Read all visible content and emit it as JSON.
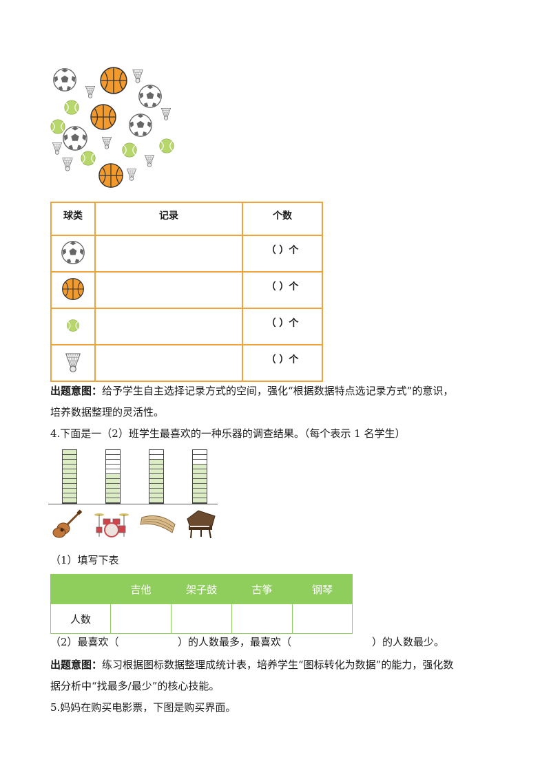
{
  "balls_table": {
    "headers": [
      "球类",
      "记录",
      "个数"
    ],
    "rows": [
      {
        "icon": "soccer-ball-icon",
        "count": "（    ）个"
      },
      {
        "icon": "basketball-icon",
        "count": "（    ）个"
      },
      {
        "icon": "tennis-ball-icon",
        "count": "（    ）个"
      },
      {
        "icon": "shuttlecock-icon",
        "count": "（    ）个"
      }
    ]
  },
  "intent1": {
    "label": "出题意图：",
    "line1": "给予学生自主选择记录方式的空间，强化“根据数据特点选记录方式”的意识，",
    "line2": "培养数据整理的灵活性。"
  },
  "q4": {
    "title": "4.下面是一（2）班学生最喜欢的一种乐器的调查结果。（每个表示 1 名学生）",
    "chart_data": {
      "type": "bar",
      "categories": [
        "guitar-icon",
        "drum-kit-icon",
        "guzheng-icon",
        "piano-icon"
      ],
      "values": [
        11,
        6,
        9,
        8
      ],
      "ylim": [
        0,
        11
      ],
      "grid": true
    },
    "sub1": "（1）填写下表",
    "table": {
      "headers": [
        "",
        "吉他",
        "架子鼓",
        "古筝",
        "钢琴"
      ],
      "row_label": "人数"
    },
    "sub2_a": "（2）最喜欢（",
    "sub2_b": "）的人数最多，最喜欢（",
    "sub2_c": "）的人数最少。"
  },
  "intent2": {
    "label": "出题意图：",
    "line1": "练习根据图标数据整理成统计表，培养学生“图标转化为数据”的能力，强化数",
    "line2": "据分析中“找最多/最少”的核心技能。"
  },
  "q5": {
    "title": "5.妈妈在购买电影票，下图是购买界面。"
  },
  "colors": {
    "basketball": "#f39a2c",
    "tennis": "#b7d66b",
    "table_border": "#f0a23b",
    "table_header": "#8fce5c",
    "bar_fill": "#dcedc6"
  }
}
